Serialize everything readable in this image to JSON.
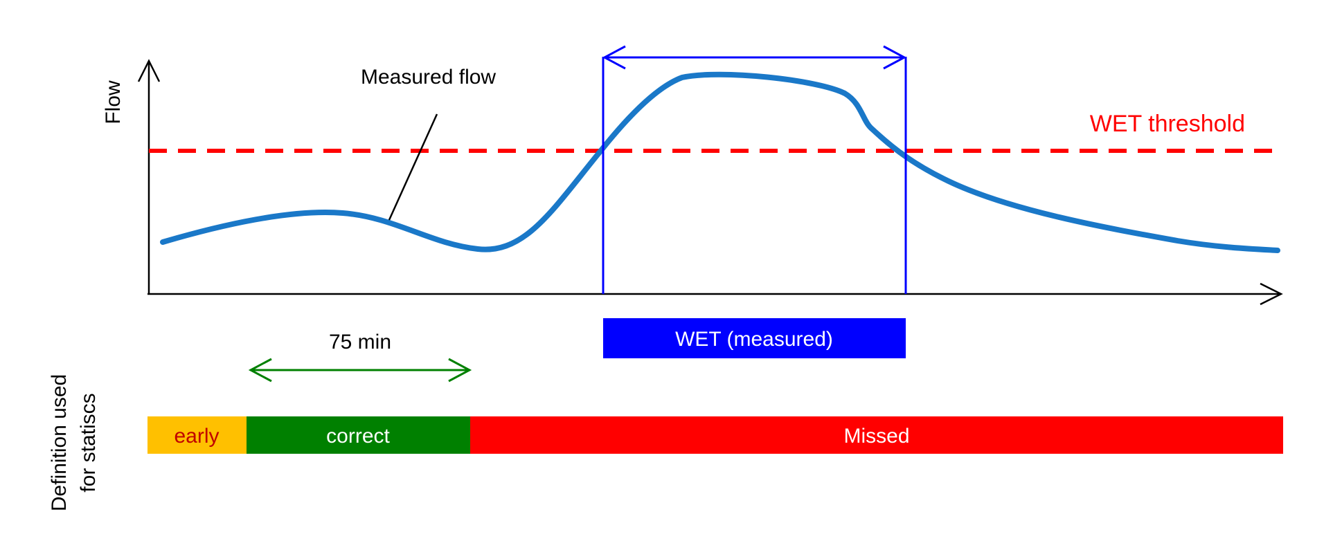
{
  "labels": {
    "y_axis": "Flow",
    "curve": "Measured flow",
    "threshold": "WET threshold",
    "wet_bar": "WET (measured)",
    "window": "75 min",
    "side_line1": "Definition used",
    "side_line2": "for statiscs"
  },
  "segments": [
    {
      "label": "early",
      "color": "#ffc000",
      "text_color": "#c00000"
    },
    {
      "label": "correct",
      "color": "#008000",
      "text_color": "#ffffff"
    },
    {
      "label": "Missed",
      "color": "#ff0000",
      "text_color": "#ffffff"
    }
  ],
  "colors": {
    "curve": "#1a78c8",
    "threshold": "#ff0000",
    "wet": "#0000ff",
    "window": "#008000",
    "axis": "#000000"
  }
}
